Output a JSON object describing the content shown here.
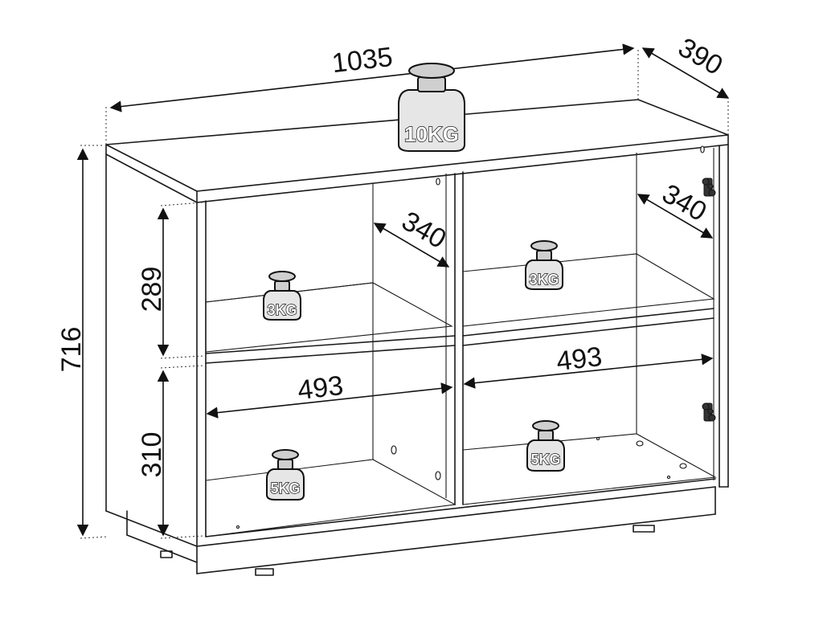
{
  "dimensions": {
    "width": "1035",
    "depth": "390",
    "height": "716",
    "upper_shelf_height": "289",
    "lower_shelf_height": "310",
    "left_shelf_depth": "340",
    "right_shelf_depth": "340",
    "left_inner_width": "493",
    "right_inner_width": "493"
  },
  "loads": {
    "top": "10KG",
    "left_upper": "3KG",
    "right_upper": "3KG",
    "left_lower": "5KG",
    "right_lower": "5KG"
  }
}
